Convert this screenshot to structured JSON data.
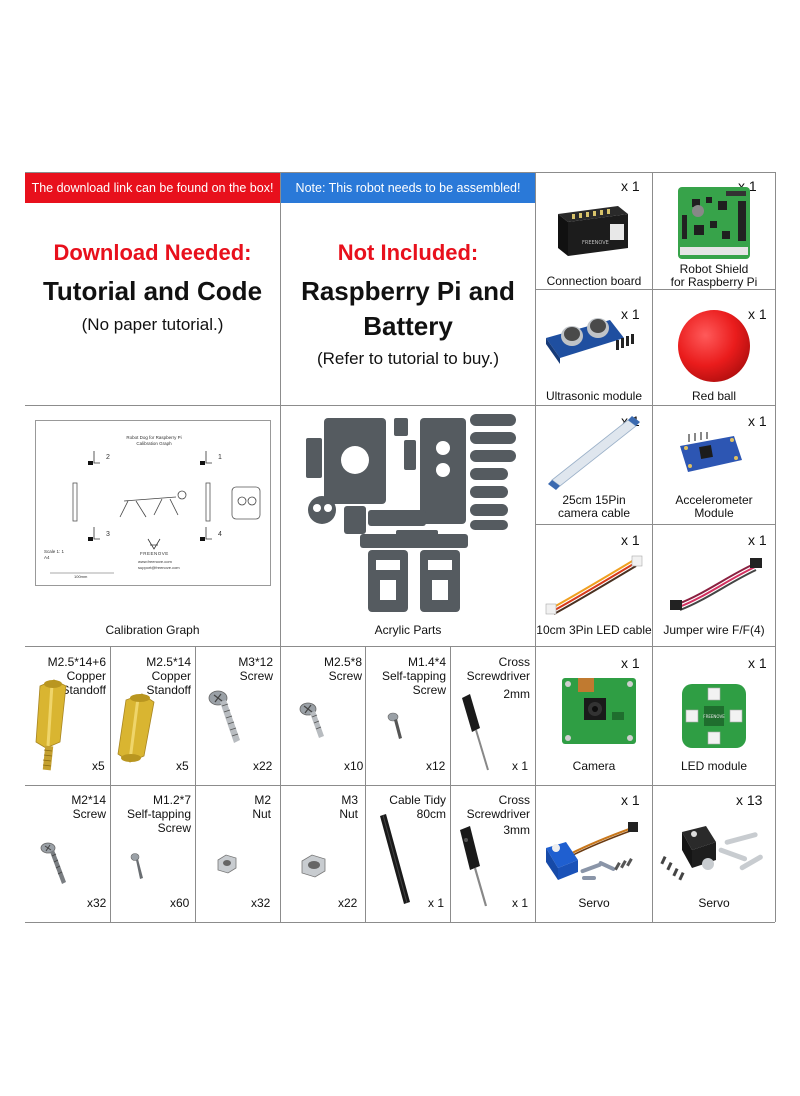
{
  "banners": {
    "download_link": "The download link can be found on the box!",
    "assemble_note": "Note: This robot needs to be assembled!"
  },
  "download_section": {
    "heading": "Download Needed:",
    "title": "Tutorial and Code",
    "note": "(No paper tutorial.)"
  },
  "not_included_section": {
    "heading": "Not Included:",
    "title_line1": "Raspberry Pi and",
    "title_line2": "Battery",
    "note": "(Refer to tutorial to buy.)"
  },
  "parts": {
    "connection_board": {
      "qty": "x 1",
      "label": "Connection board"
    },
    "robot_shield": {
      "qty": "x 1",
      "label_line1": "Robot Shield",
      "label_line2": "for Raspberry Pi"
    },
    "ultrasonic": {
      "qty": "x 1",
      "label": "Ultrasonic module"
    },
    "red_ball": {
      "qty": "x 1",
      "label": "Red ball"
    },
    "camera_cable": {
      "qty": "x 1",
      "label_line1": "25cm 15Pin",
      "label_line2": "camera cable"
    },
    "accelerometer": {
      "qty": "x 1",
      "label_line1": "Accelerometer",
      "label_line2": "Module"
    },
    "led_cable": {
      "qty": "x 1",
      "label": "10cm 3Pin LED cable"
    },
    "jumper_wire": {
      "qty": "x 1",
      "label": "Jumper wire F/F(4)"
    },
    "calibration_graph": {
      "label": "Calibration Graph"
    },
    "acrylic_parts": {
      "label": "Acrylic Parts"
    },
    "camera": {
      "qty": "x 1",
      "label": "Camera"
    },
    "led_module": {
      "qty": "x 1",
      "label": "LED module"
    },
    "servo_blue": {
      "qty": "x 1",
      "label": "Servo"
    },
    "servo_black": {
      "qty": "x 13",
      "label": "Servo"
    }
  },
  "hardware_row1": [
    {
      "lines": [
        "M2.5*14+6",
        "Copper",
        "Standoff"
      ],
      "qty": "x5"
    },
    {
      "lines": [
        "M2.5*14",
        "Copper",
        "Standoff"
      ],
      "qty": "x5"
    },
    {
      "lines": [
        "M3*12",
        "Screw"
      ],
      "qty": "x22"
    },
    {
      "lines": [
        "M2.5*8",
        "Screw"
      ],
      "qty": "x10"
    },
    {
      "lines": [
        "M1.4*4",
        "Self-tapping",
        "Screw"
      ],
      "qty": "x12"
    },
    {
      "lines": [
        "Cross",
        "Screwdriver",
        "2mm"
      ],
      "qty": "x 1"
    }
  ],
  "hardware_row2": [
    {
      "lines": [
        "M2*14",
        "Screw"
      ],
      "qty": "x32"
    },
    {
      "lines": [
        "M1.2*7",
        "Self-tapping",
        "Screw"
      ],
      "qty": "x60"
    },
    {
      "lines": [
        "M2",
        "Nut"
      ],
      "qty": "x32"
    },
    {
      "lines": [
        "M3",
        "Nut"
      ],
      "qty": "x22"
    },
    {
      "lines": [
        "Cable Tidy",
        "80cm"
      ],
      "qty": "x 1"
    },
    {
      "lines": [
        "Cross",
        "Screwdriver",
        "3mm"
      ],
      "qty": "x 1"
    }
  ],
  "calibration_sheet": {
    "title_line1": "Robot Dog for Raspberry Pi",
    "title_line2": "Calibration Graph",
    "scale": "Scale 1: 1",
    "paper": "A4",
    "ruler": "100mm",
    "brand": "FREENOVE",
    "website": "www.freenove.com",
    "email": "support@freenove.com",
    "marks": [
      "2",
      "1",
      "3",
      "4"
    ]
  },
  "colors": {
    "red": "#e8101c",
    "blue": "#2a79d8",
    "grid": "#8c8c8c",
    "pcb_green": "#2f9e44",
    "brass": "#d9b531"
  }
}
